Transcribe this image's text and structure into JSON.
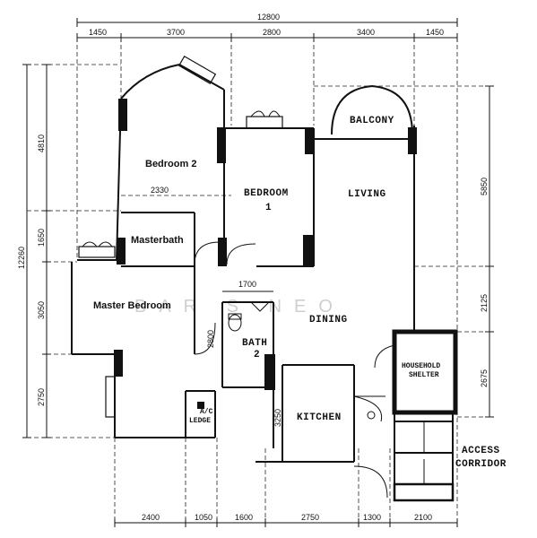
{
  "rooms": {
    "bedroom2": "Bedroom 2",
    "bedroom1_line1": "BEDROOM",
    "bedroom1_line2": "1",
    "balcony": "BALCONY",
    "living": "LIVING",
    "masterbath": "Masterbath",
    "master_bedroom": "Master Bedroom",
    "dining": "DINING",
    "bath2_line1": "BATH",
    "bath2_line2": "2",
    "household_line1": "HOUSEHOLD",
    "household_line2": "SHELTER",
    "kitchen": "KITCHEN",
    "ac_ledge_line1": "A/C",
    "ac_ledge_line2": "LEDGE",
    "access_line1": "ACCESS",
    "access_line2": "CORRIDOR"
  },
  "dimensions": {
    "total_width": "12800",
    "top": [
      "1450",
      "3700",
      "2800",
      "3400",
      "1450"
    ],
    "bottom": [
      "2400",
      "1050",
      "1600",
      "2750",
      "1300",
      "2100"
    ],
    "total_height": "12260",
    "left": [
      "4810",
      "1650",
      "3050",
      "2750"
    ],
    "right": [
      "5850",
      "2125",
      "2675"
    ],
    "inner_2330": "2330",
    "inner_1700": "1700",
    "inner_2800": "2800",
    "inner_3250": "3250"
  },
  "watermark": "BAR  S  NEO"
}
